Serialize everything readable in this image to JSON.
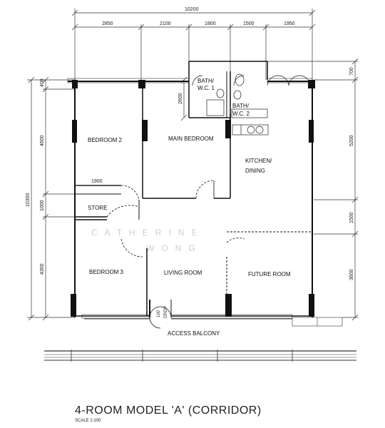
{
  "plan": {
    "overall_width": "10200",
    "top_dimensions": [
      "2850",
      "2100",
      "1800",
      "1500",
      "1950"
    ],
    "left_overall": "10300",
    "left_dimensions": [
      "400",
      "4600",
      "1000",
      "4300"
    ],
    "right_dimensions": [
      "700",
      "5200",
      "1500",
      "3600"
    ],
    "bath_height": "2600",
    "store_width": "1900"
  },
  "rooms": {
    "bedroom2": "BEDROOM 2",
    "main_bedroom": "MAIN BEDROOM",
    "bath1_line1": "BATH/",
    "bath1_line2": "W.C. 1",
    "bath2_line1": "BATH/",
    "bath2_line2": "W.C. 2",
    "kitchen_line1": "KITCHEN/",
    "kitchen_line2": "DINING",
    "store": "STORE",
    "bedroom3": "BEDROOM 3",
    "living_room": "LIVING ROOM",
    "future_room": "FUTURE ROOM",
    "access_balcony": "ACCESS BALCONY",
    "door_label_1": "100",
    "door_label_2": "DRDP"
  },
  "watermark": {
    "line1": "CATHERINE",
    "line2": "WONG"
  },
  "title": "4-ROOM MODEL 'A' (CORRIDOR)",
  "scale": "SCALE  1:100"
}
